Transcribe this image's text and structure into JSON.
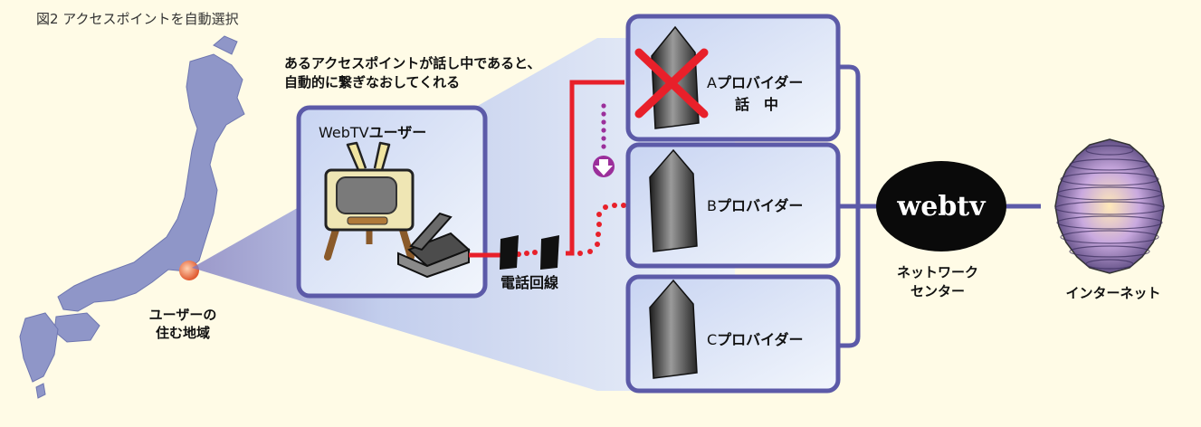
{
  "figure": {
    "title": "図2 アクセスポイントを自動選択",
    "annotation": [
      "あるアクセスポイントが話し中であると、",
      "自動的に繋ぎなおしてくれる"
    ],
    "user_box": {
      "prefix": "WebTV",
      "suffix": "ユーザー"
    },
    "region_label": [
      "ユーザーの",
      "住む地域"
    ],
    "phone_line_label": "電話回線",
    "providers": [
      {
        "letter": "A",
        "label": "プロバイダー",
        "status": "話　中",
        "busy": true
      },
      {
        "letter": "B",
        "label": "プロバイダー",
        "busy": false
      },
      {
        "letter": "C",
        "label": "プロバイダー",
        "busy": false
      }
    ],
    "network_center": {
      "logo": "webtv",
      "label": [
        "ネットワーク",
        "センター"
      ]
    },
    "internet_label": "インターネット",
    "colors": {
      "background": "#fffbe6",
      "box_border": "#5c5aa8",
      "phone_line": "#e8202a",
      "busy_cross": "#e8202a",
      "reroute_arrow": "#9b2f9b",
      "map": "#8f96c8",
      "region_dot": "#f08050",
      "cone": "#b8c6ee"
    }
  }
}
